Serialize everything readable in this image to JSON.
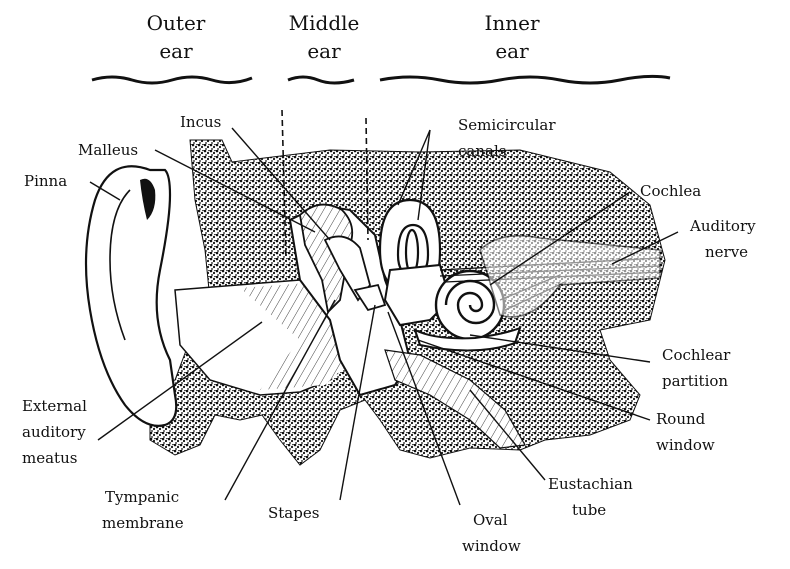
{
  "sections": [
    {
      "line1": "Outer",
      "line2": "ear"
    },
    {
      "line1": "Middle",
      "line2": "ear"
    },
    {
      "line1": "Inner",
      "line2": "ear"
    }
  ],
  "labels": {
    "incus": "Incus",
    "malleus": "Malleus",
    "pinna": "Pinna",
    "semicircular_1": "Semicircular",
    "semicircular_2": "canals",
    "cochlea": "Cochlea",
    "auditory_nerve_1": "Auditory",
    "auditory_nerve_2": "nerve",
    "cochlear_partition_1": "Cochlear",
    "cochlear_partition_2": "partition",
    "round_window_1": "Round",
    "round_window_2": "window",
    "external_meatus_1": "External",
    "external_meatus_2": "auditory",
    "external_meatus_3": "meatus",
    "tympanic_1": "Tympanic",
    "tympanic_2": "membrane",
    "stapes": "Stapes",
    "oval_window_1": "Oval",
    "oval_window_2": "window",
    "eustachian_1": "Eustachian",
    "eustachian_2": "tube"
  },
  "colors": {
    "ink": "#111111",
    "paper": "#ffffff",
    "stipple": "#2a2a2a"
  }
}
